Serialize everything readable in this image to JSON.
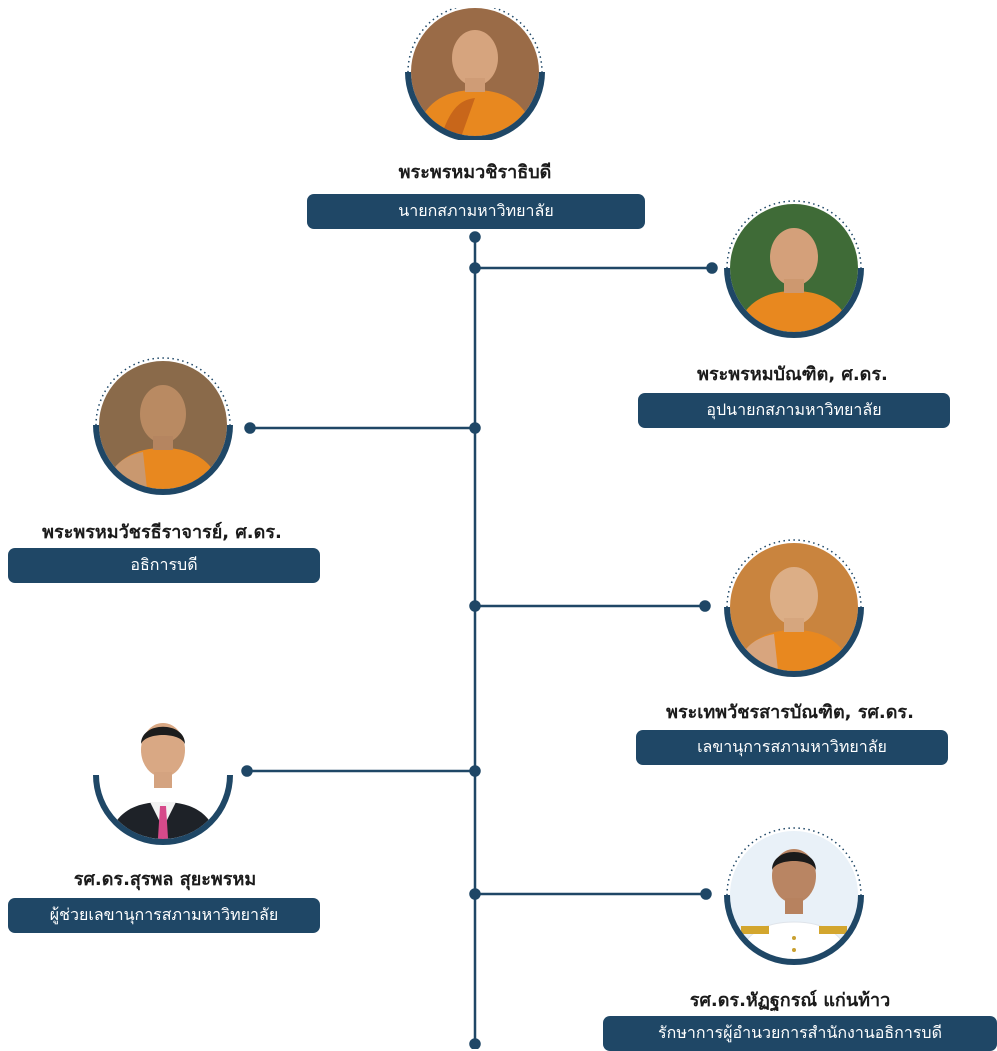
{
  "colors": {
    "line": "#1f4766",
    "pill": "#1f4766",
    "pill_text": "#ffffff",
    "name_text": "#1b1b1b",
    "robe": "#e8881f"
  },
  "members": [
    {
      "name": "พระพรหมวชิราธิบดี",
      "position": "นายกสภามหาวิทยาลัย",
      "attire": "monk-robe"
    },
    {
      "name": "พระพรหมบัณฑิต, ศ.ดร.",
      "position": "อุปนายกสภามหาวิทยาลัย",
      "attire": "monk-robe"
    },
    {
      "name": "พระพรหมวัชรธีราจารย์, ศ.ดร.",
      "position": "อธิการบดี",
      "attire": "monk-robe"
    },
    {
      "name": "พระเทพวัชรสารบัณฑิต, รศ.ดร.",
      "position": "เลขานุการสภามหาวิทยาลัย",
      "attire": "monk-robe"
    },
    {
      "name": "รศ.ดร.สุรพล สุยะพรหม",
      "position": "ผู้ช่วยเลขานุการสภามหาวิทยาลัย",
      "attire": "suit"
    },
    {
      "name": "รศ.ดร.หัฏฐกรณ์ แก่นท้าว",
      "position": "รักษาการผู้อำนวยการสำนักงานอธิการบดี",
      "attire": "white-uniform"
    }
  ]
}
